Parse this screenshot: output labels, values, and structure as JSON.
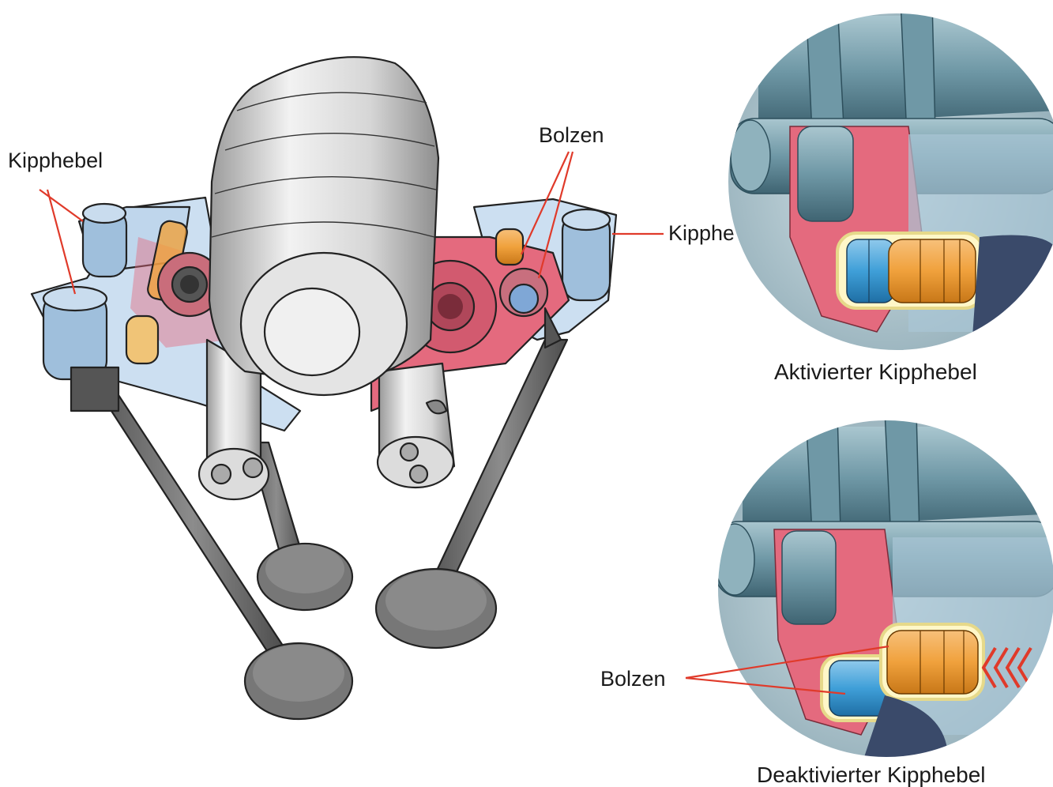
{
  "labels": {
    "kipphebel_left": "Kipphebel",
    "bolzen_top": "Bolzen",
    "kipphebel_right": "Kipphebel",
    "caption_activated": "Aktivierter Kipphebel",
    "bolzen_bottom": "Bolzen",
    "caption_deactivated": "Deaktivierter Kipphebel"
  },
  "colors": {
    "rocker_blue": "#b9d3ea",
    "rocker_red": "#e46a7e",
    "pin_orange": "#f0a13c",
    "pin_blue": "#3f9fd8",
    "camshaft_grey": "#d8d8d8",
    "valve_grey": "#6c6c6c",
    "leader_red": "#e03a2a",
    "shaft_teal": "#6f98a6"
  }
}
